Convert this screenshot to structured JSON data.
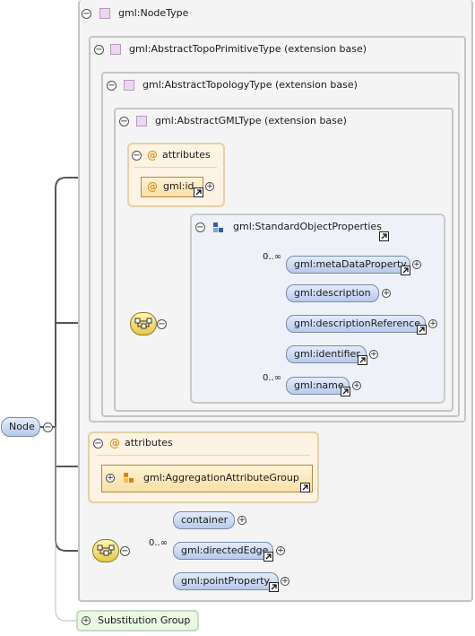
{
  "root": {
    "label": "Node"
  },
  "types": {
    "node_type": "gml:NodeType",
    "abstract_topo_primitive": "gml:AbstractTopoPrimitiveType (extension base)",
    "abstract_topology": "gml:AbstractTopologyType (extension base)",
    "abstract_gml": "gml:AbstractGMLType (extension base)"
  },
  "inner_attributes": {
    "title": "attributes",
    "id_attr": "gml:id"
  },
  "standard_props": {
    "title": "gml:StandardObjectProperties",
    "elements": [
      {
        "label": "gml:metaDataProperty",
        "cardinality": "0..∞"
      },
      {
        "label": "gml:description",
        "cardinality": ""
      },
      {
        "label": "gml:descriptionReference",
        "cardinality": ""
      },
      {
        "label": "gml:identifier",
        "cardinality": ""
      },
      {
        "label": "gml:name",
        "cardinality": "0..∞"
      }
    ]
  },
  "outer_attributes": {
    "title": "attributes",
    "group": "gml:AggregationAttributeGroup"
  },
  "node_elements": [
    {
      "label": "container",
      "cardinality": ""
    },
    {
      "label": "gml:directedEdge",
      "cardinality": "0..∞"
    },
    {
      "label": "gml:pointProperty",
      "cardinality": ""
    }
  ],
  "substitution": {
    "label": "Substitution Group"
  },
  "colors": {
    "element_fill": "#c4d3ef",
    "attribute_fill": "#fcf3e2",
    "sequence_fill": "#f0d860",
    "substitution_fill": "#e6f8e0"
  }
}
